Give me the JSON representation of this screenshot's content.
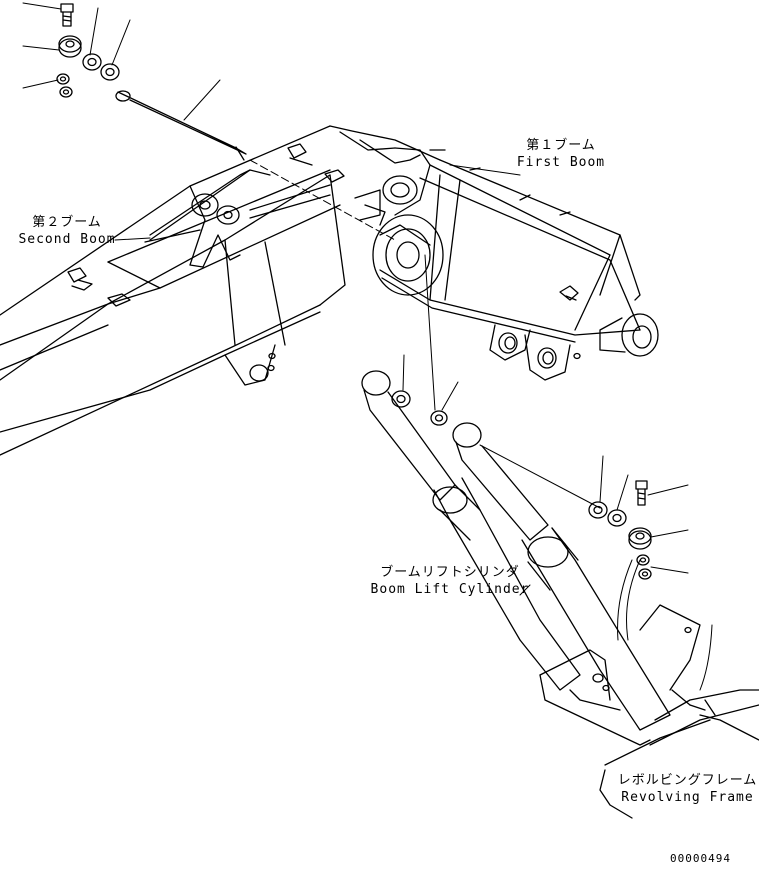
{
  "labels": {
    "first_boom_jp": "第１ブーム",
    "first_boom_en": "First Boom",
    "second_boom_jp": "第２ブーム",
    "second_boom_en": "Second Boom",
    "cylinder_jp": "ブームリフトシリンダ",
    "cylinder_en": "Boom Lift Cylinder",
    "frame_jp": "レボルビングフレーム",
    "frame_en": "Revolving Frame"
  },
  "drawing_number": "00000494"
}
